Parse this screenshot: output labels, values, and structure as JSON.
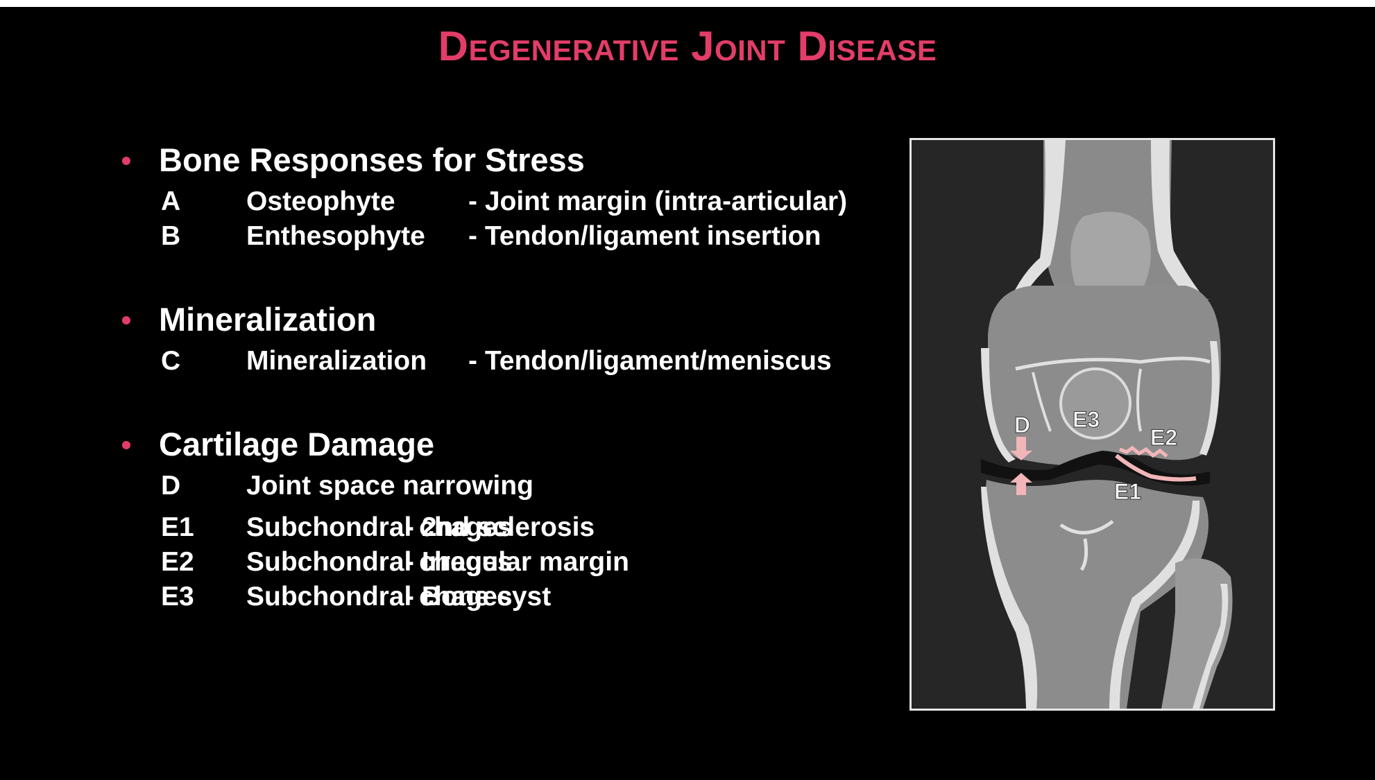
{
  "title": "Degenerative Joint Disease",
  "sections": [
    {
      "heading": "Bone Responses for Stress",
      "rows": [
        {
          "code": "A",
          "term": "Osteophyte",
          "desc": "- Joint margin (intra-articular)"
        },
        {
          "code": "B",
          "term": "Enthesophyte",
          "desc": "- Tendon/ligament insertion"
        }
      ]
    },
    {
      "heading": "Mineralization",
      "rows": [
        {
          "code": "C",
          "term": "Mineralization",
          "desc": "- Tendon/ligament/meniscus"
        }
      ]
    },
    {
      "heading": "Cartilage Damage",
      "rows": [
        {
          "code": "D",
          "term": "Joint space narrowing"
        },
        {
          "code": "E1",
          "term": "Subchondral chages",
          "desc": "- 2nd sclerosis"
        },
        {
          "code": "E2",
          "term": "Subchondral chages",
          "desc": "- Irregular margin"
        },
        {
          "code": "E3",
          "term": "Subchondral chages",
          "desc": "- Bone cyst"
        }
      ]
    }
  ],
  "figure": {
    "labels": {
      "d": "D",
      "e1": "E1",
      "e2": "E2",
      "e3": "E3"
    },
    "colors": {
      "background": "#262626",
      "bone": "#8c8c8c",
      "cortex": "#e0e0e0",
      "highlight": "#f2b6b8"
    }
  },
  "colors": {
    "accent": "#e23d68",
    "text": "#ffffff",
    "background": "#000000"
  }
}
